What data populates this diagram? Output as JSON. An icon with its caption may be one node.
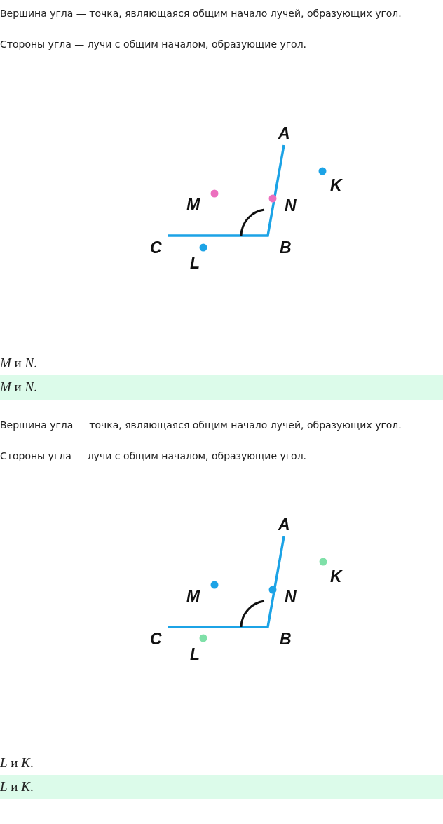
{
  "diagram": {
    "labels": [
      "Вершина угла — точка, являющаяся общим начало лучей, образующих угол.",
      "Стороны угла — лучи с общим началом, образующие угол.",
      "A",
      "K",
      "M",
      "N",
      "C",
      "B",
      "L",
      "*M* и *N*.",
      "*M* и *N*.",
      "Вершина угла — точка, являющаяся общим начало лучей, образующих угол.",
      "Стороны угла — лучи с общим началом, образующие угол.",
      "A",
      "K",
      "M",
      "N",
      "C",
      "B",
      "L",
      "*L* и *K*.",
      "*L* и *K*."
    ]
  }
}
